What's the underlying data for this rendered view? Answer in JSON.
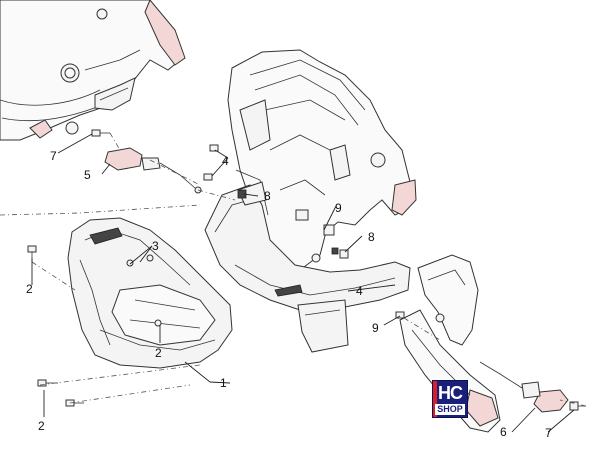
{
  "callouts": {
    "c1": "1",
    "c2a": "2",
    "c2b": "2",
    "c2c": "2",
    "c3": "3",
    "c4a": "4",
    "c4b": "4",
    "c5": "5",
    "c6": "6",
    "c7a": "7",
    "c7b": "7",
    "c8a": "8",
    "c8b": "8",
    "c9a": "9",
    "c9b": "9"
  },
  "logo": {
    "line1": "HC",
    "line2": "SHOP"
  },
  "colors": {
    "accent_tint": "#f3d7d7",
    "logo_blue": "#1a1f7a",
    "logo_red": "#d61f26"
  }
}
